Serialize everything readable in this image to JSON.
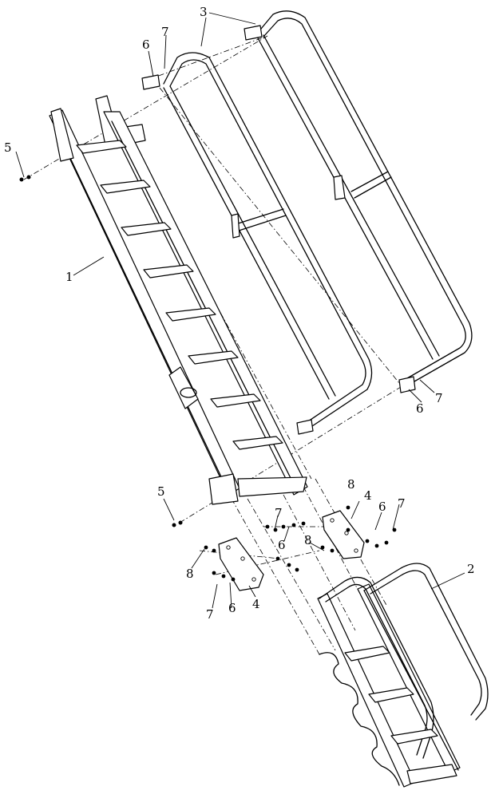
{
  "diagram": {
    "callouts": [
      {
        "id": "c1",
        "text": "1"
      },
      {
        "id": "c2",
        "text": "2"
      },
      {
        "id": "c3",
        "text": "3"
      },
      {
        "id": "c4a",
        "text": "4"
      },
      {
        "id": "c4b",
        "text": "4"
      },
      {
        "id": "c5a",
        "text": "5"
      },
      {
        "id": "c5b",
        "text": "5"
      },
      {
        "id": "c6a",
        "text": "6"
      },
      {
        "id": "c6b",
        "text": "6"
      },
      {
        "id": "c6c",
        "text": "6"
      },
      {
        "id": "c6d",
        "text": "6"
      },
      {
        "id": "c6e",
        "text": "6"
      },
      {
        "id": "c7a",
        "text": "7"
      },
      {
        "id": "c7b",
        "text": "7"
      },
      {
        "id": "c7c",
        "text": "7"
      },
      {
        "id": "c7d",
        "text": "7"
      },
      {
        "id": "c7e",
        "text": "7"
      },
      {
        "id": "c8a",
        "text": "8"
      },
      {
        "id": "c8b",
        "text": "8"
      },
      {
        "id": "c8c",
        "text": "8"
      }
    ]
  }
}
